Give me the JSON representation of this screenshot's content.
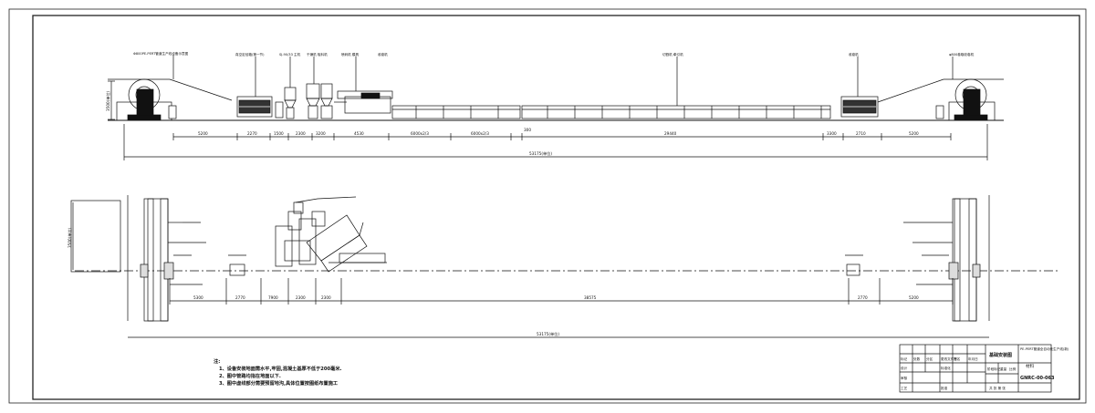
{
  "annotations": {
    "label_1": "Φ800PE-PERT管道生产线设备示意图",
    "label_2": "真空定径箱(第一节)",
    "label_3": "SJ-90/33 主机",
    "label_4": "干燥机 吸料机",
    "label_5": "喷码机 模具",
    "label_6": "收卷机",
    "label_7": "切割机 牵引机",
    "label_8": "收卷机",
    "label_9": "φ800卷取收卷机"
  },
  "dims_side": {
    "total": "53175(单位)",
    "d1": "5200",
    "d2": "2270",
    "d3": "1500",
    "d4": "2300",
    "d5": "3200",
    "d6": "4530",
    "d7": "6000x2/3",
    "d8": "6000x2/3",
    "d9": "300",
    "d10": "29440",
    "d11": "3300",
    "d12": "2710",
    "d13": "5200",
    "height": "3500(单位)"
  },
  "dims_plan": {
    "total": "53175(单位)",
    "d1": "5300",
    "d2": "2770",
    "d3": "7900",
    "d4": "2300",
    "d5": "2300",
    "d6": "38575",
    "d7": "2770",
    "d8": "5200",
    "height": "3500(单位)"
  },
  "notes": {
    "heading": "注:",
    "line1": "1、设备安装地面需水平,牢固,混凝土基厚不低于200毫米.",
    "line2": "2、图中管路均指在地面以下.",
    "line3": "3、图中虚线部分需要预留地沟,具体位置按图纸布置施工"
  },
  "title_block": {
    "drawing_title": "基础安装图",
    "company": "PE-PERT管道全自动化生产线(新)",
    "material_label": "材料",
    "scale_label": "比例",
    "weight_label": "重量",
    "stage_label": "阶段标记",
    "drawing_no": "GNRC-00-063",
    "sheet": "共 张 第 张",
    "mark_label": "标记",
    "qty_label": "处数",
    "zone_label": "分区",
    "change_label": "更改文件号",
    "sign_label": "签名",
    "date_label": "年月日",
    "design_label": "设计",
    "std_label": "标准化",
    "check_label": "审核",
    "process_label": "工艺",
    "approve_label": "批准"
  }
}
